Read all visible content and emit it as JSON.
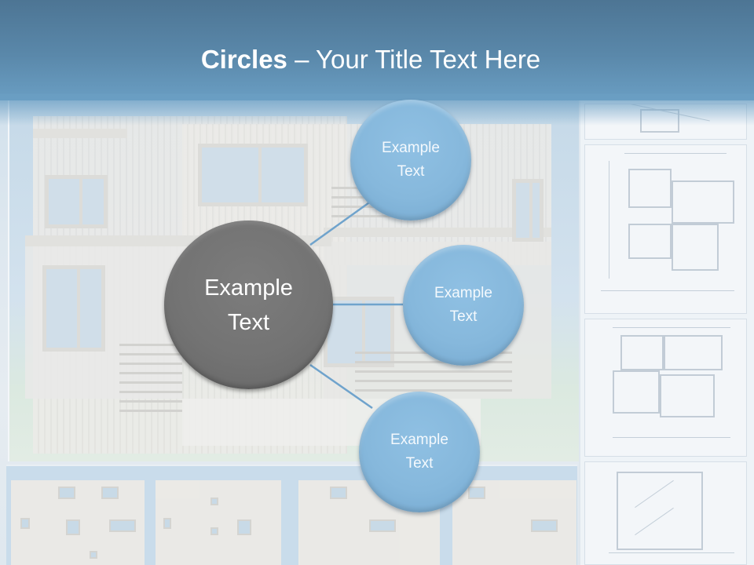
{
  "slide": {
    "title": {
      "bold": "Circles",
      "rest": " – Your Title Text Here"
    },
    "diagram": {
      "center": {
        "label_line1": "Example",
        "label_line2": "Text",
        "color": "#737373"
      },
      "nodes": [
        {
          "label_line1": "Example",
          "label_line2": "Text",
          "color": "#86b8dc"
        },
        {
          "label_line1": "Example",
          "label_line2": "Text",
          "color": "#86b8dc"
        },
        {
          "label_line1": "Example",
          "label_line2": "Text",
          "color": "#86b8dc"
        }
      ],
      "connector_color": "#6fa3cc"
    },
    "colors": {
      "header_top": "#4d7594",
      "header_bottom": "#6a9ec3",
      "title_text": "#ffffff"
    }
  }
}
